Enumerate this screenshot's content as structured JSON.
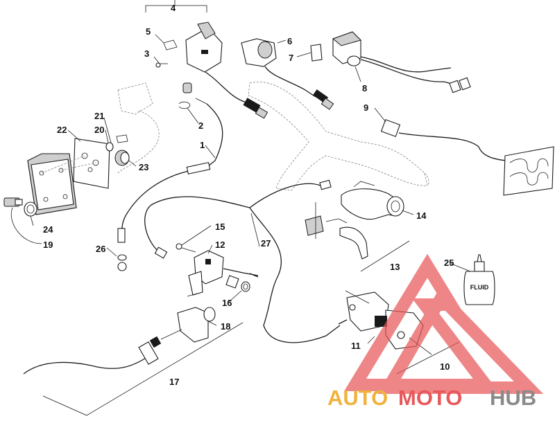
{
  "diagram": {
    "callouts": [
      "1",
      "2",
      "3",
      "4",
      "5",
      "6",
      "7",
      "8",
      "9",
      "10",
      "11",
      "12",
      "13",
      "14",
      "15",
      "16",
      "17",
      "18",
      "19",
      "20",
      "21",
      "22",
      "23",
      "24",
      "25",
      "26",
      "27"
    ],
    "bottle_label": "FLUID"
  },
  "watermark": {
    "word_auto": "AUTO",
    "word_moto": "MOTO",
    "word_hub": "HUB",
    "colors": {
      "triangle": "#e8585a",
      "auto": "#f0b23c",
      "moto": "#e8585a",
      "hub": "#8a8a8a"
    }
  }
}
